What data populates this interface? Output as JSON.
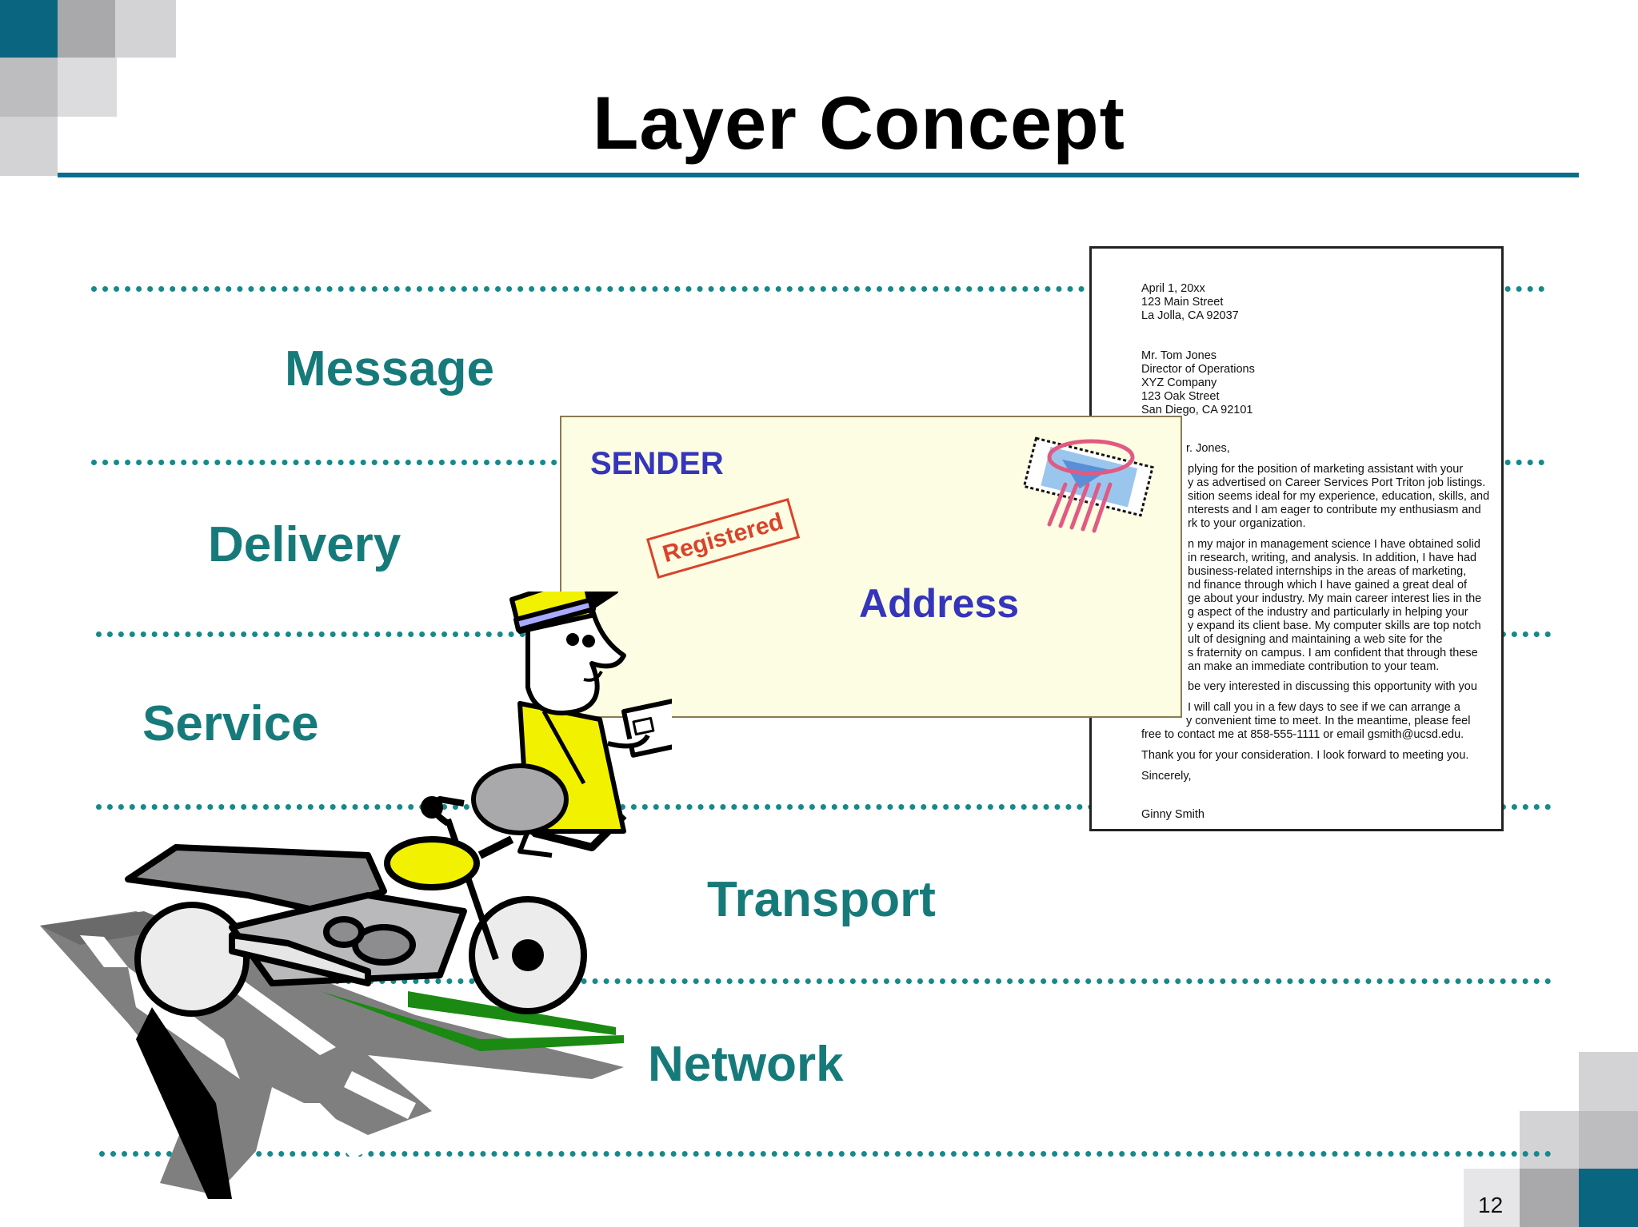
{
  "slide": {
    "title": "Layer Concept",
    "page_number": "12"
  },
  "layers": {
    "message": "Message",
    "delivery": "Delivery",
    "service": "Service",
    "transport": "Transport",
    "network": "Network"
  },
  "envelope": {
    "sender": "SENDER",
    "address": "Address",
    "stamp_text": "Registered"
  },
  "letter": {
    "date": "April 1, 20xx",
    "sender_street": "123 Main Street",
    "sender_city": "La Jolla, CA 92037",
    "recipient_name": "Mr. Tom Jones",
    "recipient_title": "Director of Operations",
    "recipient_company": "XYZ Company",
    "recipient_street": "123 Oak Street",
    "recipient_city": "San Diego, CA 92101",
    "salutation": "r. Jones,",
    "para1": [
      "plying for the position of marketing assistant with your",
      "y as advertised on Career Services Port Triton job listings.",
      "sition seems ideal for my experience, education, skills, and",
      "nterests and I am eager to contribute my enthusiasm and",
      "rk to your organization."
    ],
    "para2": [
      "n my major in management science I have obtained solid",
      "in research, writing, and analysis. In addition, I have had",
      "business-related internships in the areas of marketing,",
      "nd finance through which I have gained a great deal of",
      "ge about your industry. My main career interest lies in the",
      "g aspect of the industry and particularly in helping your",
      "y expand its client base. My computer skills are top notch",
      "ult of designing and maintaining a web site for the",
      "s fraternity on campus. I am confident that through these",
      "an make an immediate contribution to your team."
    ],
    "para3": "be very interested in discussing this opportunity with you",
    "para4": [
      "I will call you in a few days to see if we can arrange a",
      "y convenient time to meet. In the meantime, please feel",
      "free to contact me at 858-555-1111 or email gsmith@ucsd.edu."
    ],
    "thanks": "Thank you for your consideration. I look forward to meeting you.",
    "closing": "Sincerely,",
    "signature": "Ginny Smith"
  },
  "colors": {
    "accent_teal": "#0a6e8a",
    "layer_text": "#177a7a",
    "envelope_text": "#3535bb",
    "stamp_red": "#d9432a"
  }
}
